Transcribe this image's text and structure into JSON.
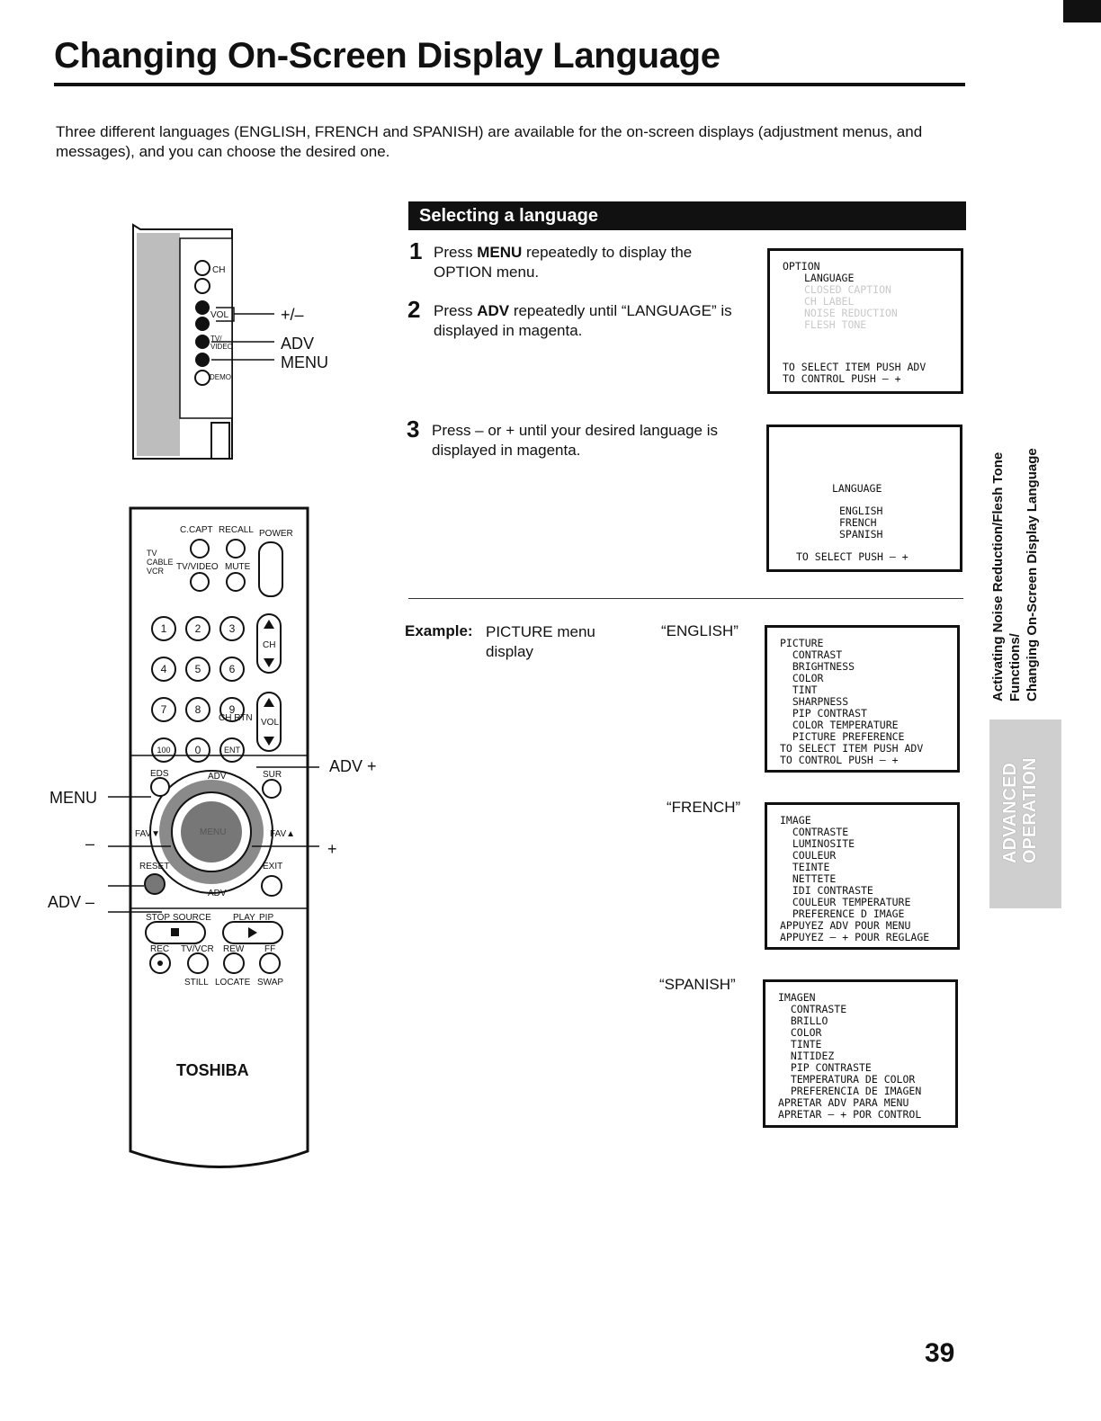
{
  "page": {
    "title": "Changing On-Screen Display Language",
    "intro": "Three different languages (ENGLISH, FRENCH and SPANISH) are available for the on-screen displays (adjustment menus, and messages), and you can choose the desired one.",
    "page_number": "39"
  },
  "section": {
    "heading": "Selecting a language"
  },
  "steps": [
    {
      "num": "1",
      "pre": "Press ",
      "bold": "MENU",
      "post": " repeatedly to display the OPTION menu."
    },
    {
      "num": "2",
      "pre": "Press ",
      "bold": "ADV",
      "post": " repeatedly until “LANGUAGE” is displayed in magenta."
    },
    {
      "num": "3",
      "text": "Press – or + until your desired language is displayed in magenta."
    }
  ],
  "screens": {
    "option": {
      "title": "OPTION",
      "items": [
        "LANGUAGE",
        "CLOSED CAPTION",
        "CH LABEL",
        "NOISE REDUCTION",
        "FLESH TONE"
      ],
      "footer": [
        "TO SELECT ITEM PUSH ADV",
        "TO CONTROL PUSH – +"
      ]
    },
    "language": {
      "title": "LANGUAGE",
      "options": [
        "ENGLISH",
        "FRENCH",
        "SPANISH"
      ],
      "footer": "TO SELECT PUSH – +"
    },
    "english": {
      "lines": [
        "PICTURE",
        "  CONTRAST",
        "  BRIGHTNESS",
        "  COLOR",
        "  TINT",
        "  SHARPNESS",
        "  PIP CONTRAST",
        "  COLOR TEMPERATURE",
        "  PICTURE PREFERENCE",
        "TO SELECT ITEM PUSH ADV",
        "TO CONTROL PUSH – +"
      ]
    },
    "french": {
      "lines": [
        "IMAGE",
        "  CONTRASTE",
        "  LUMINOSITE",
        "  COULEUR",
        "  TEINTE",
        "  NETTETE",
        "  IDI CONTRASTE",
        "  COULEUR TEMPERATURE",
        "  PREFERENCE D IMAGE",
        "APPUYEZ ADV POUR MENU",
        "APPUYEZ – + POUR REGLAGE"
      ]
    },
    "spanish": {
      "lines": [
        "IMAGEN",
        "  CONTRASTE",
        "  BRILLO",
        "  COLOR",
        "  TINTE",
        "  NITIDEZ",
        "  PIP CONTRASTE",
        "  TEMPERATURA DE COLOR",
        "  PREFERENCIA DE IMAGEN",
        "APRETAR ADV PARA MENU",
        "APRETAR – + POR CONTROL"
      ]
    }
  },
  "example": {
    "label": "Example:",
    "desc_line1": "PICTURE menu",
    "desc_line2": "display",
    "english_label": "“ENGLISH”",
    "french_label": "“FRENCH”",
    "spanish_label": "“SPANISH”"
  },
  "tv_panel": {
    "labels": {
      "ch": "CH",
      "vol": "VOL",
      "tvvideo": "TV/ VIDEO",
      "demo": "DEMO",
      "adv_side": "ADV",
      "menu_side": "MENU"
    },
    "callouts": {
      "plusminus": "+/–",
      "adv": "ADV",
      "menu": "MENU"
    }
  },
  "remote": {
    "brand": "TOSHIBA",
    "top_labels": {
      "ccapt": "C.CAPT",
      "recall": "RECALL",
      "power": "POWER",
      "tvvideo": "TV/VIDEO",
      "mute": "MUTE",
      "tv": "TV",
      "cable": "CABLE",
      "vcr": "VCR"
    },
    "digits": [
      "1",
      "2",
      "3",
      "4",
      "5",
      "6",
      "7",
      "8",
      "9",
      "100",
      "0",
      "ENT"
    ],
    "ch": "CH",
    "vol": "VOL",
    "chrtn": "CH RTN",
    "nav": {
      "eds": "EDS",
      "adv_top": "ADV",
      "sur": "SUR",
      "fav_left": "FAV▼",
      "fav_right": "FAV▲",
      "menu": "MENU",
      "reset": "RESET",
      "exit": "EXIT",
      "adv_bottom": "ADV"
    },
    "transport": {
      "stop": "STOP",
      "source": "SOURCE",
      "play": "PLAY",
      "pip": "PIP",
      "rec": "REC",
      "tvvcr": "TV/VCR",
      "rew": "REW",
      "ff": "FF",
      "still": "STILL",
      "locate": "LOCATE",
      "swap": "SWAP"
    },
    "callouts": {
      "menu": "MENU",
      "minus": "–",
      "adv_minus": "ADV –",
      "adv_plus": "ADV +",
      "plus": "+"
    }
  },
  "sidebar": {
    "line1": "Activating Noise Reduction/Flesh Tone Functions/",
    "line2": "Changing On-Screen Display Language",
    "tab_line1": "ADVANCED",
    "tab_line2": "OPERATION"
  }
}
